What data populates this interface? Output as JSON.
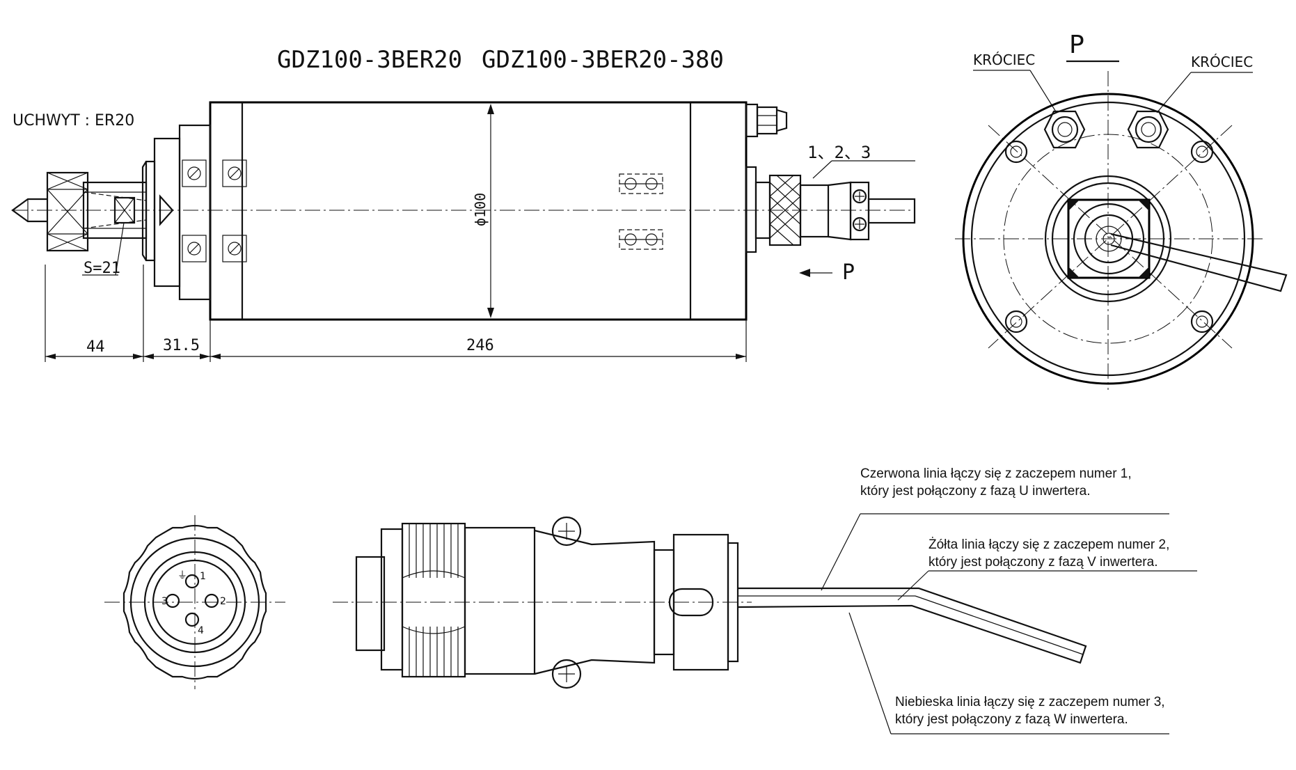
{
  "drawing": {
    "model_primary": "GDZ100-3BER20",
    "model_secondary": "GDZ100-3BER20-380",
    "collet_label": "UCHWYT : ER20",
    "wrench_label": "S=21",
    "diameter_label": "ϕ100",
    "connector_pins_label": "1、2、3",
    "view_arrow_label": "P",
    "view_title": "P",
    "fitting_left_label": "KRÓCIEC",
    "fitting_right_label": "KRÓCIEC",
    "dimensions": {
      "nose": "44",
      "flange": "31.5",
      "body": "246"
    },
    "pins": {
      "pin1": "1",
      "pin2": "2",
      "pin3": "3",
      "pin4": "4",
      "ground": "⏚"
    },
    "notes": {
      "red_line1": "Czerwona linia łączy się z zaczepem numer 1,",
      "red_line2": "który jest połączony z fazą U inwertera.",
      "yellow_line1": "Żółta linia łączy się z zaczepem numer 2,",
      "yellow_line2": "który jest połączony z fazą V inwertera.",
      "blue_line1": "Niebieska linia łączy się z zaczepem numer 3,",
      "blue_line2": "który jest połączony z fazą W inwertera."
    }
  }
}
